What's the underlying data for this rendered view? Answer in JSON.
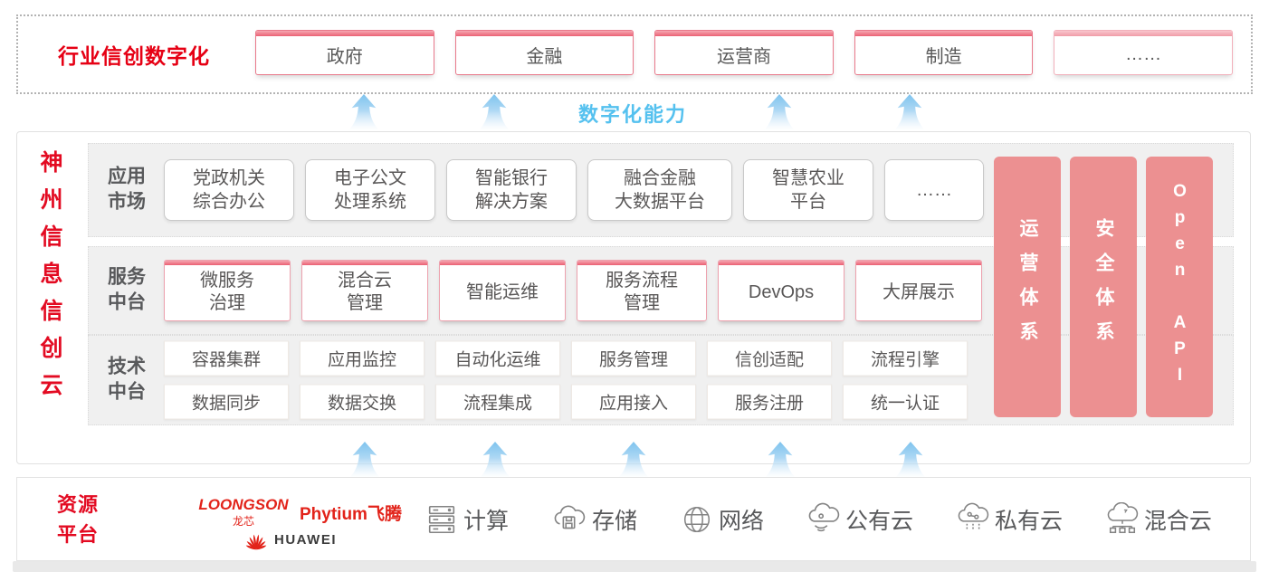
{
  "colors": {
    "brand_red": "#e60014",
    "crimson_red": "#e30b22",
    "salmon_pillar": "#ec9091",
    "capability_blue": "#55c1ef",
    "text_gray": "#58595b",
    "row_gray": "#f0f0f0"
  },
  "top_banner": {
    "title": "行业信创数字化",
    "sectors": [
      {
        "label": "政府"
      },
      {
        "label": "金融"
      },
      {
        "label": "运营商"
      },
      {
        "label": "制造"
      },
      {
        "label": "……"
      }
    ]
  },
  "capability_label": "数字化能力",
  "platform": {
    "vertical_title": "神州信息信创云",
    "rows": [
      {
        "label": "应用\n市场",
        "items": [
          {
            "label": "党政机关\n综合办公"
          },
          {
            "label": "电子公文\n处理系统"
          },
          {
            "label": "智能银行\n解决方案"
          },
          {
            "label": "融合金融\n大数据平台"
          },
          {
            "label": "智慧农业\n平台"
          },
          {
            "label": "……"
          }
        ]
      },
      {
        "label": "服务\n中台",
        "items": [
          {
            "label": "微服务\n治理"
          },
          {
            "label": "混合云\n管理"
          },
          {
            "label": "智能运维"
          },
          {
            "label": "服务流程\n管理"
          },
          {
            "label": "DevOps"
          },
          {
            "label": "大屏展示"
          }
        ]
      },
      {
        "label": "技术\n中台",
        "grid": [
          [
            "容器集群",
            "应用监控",
            "自动化运维",
            "服务管理",
            "信创适配",
            "流程引擎"
          ],
          [
            "数据同步",
            "数据交换",
            "流程集成",
            "应用接入",
            "服务注册",
            "统一认证"
          ]
        ]
      }
    ],
    "pillars": [
      {
        "label": "运营体系"
      },
      {
        "label": "安全体系"
      },
      {
        "label": "Open API"
      }
    ]
  },
  "resource": {
    "title": "资源\n平台",
    "vendors": {
      "loongson": {
        "name": "LOONGSON",
        "sub": "龙芯"
      },
      "phytium": {
        "name": "Phytium飞腾"
      },
      "huawei": {
        "name": "HUAWEI"
      }
    },
    "items": [
      {
        "icon": "compute-icon",
        "label": "计算"
      },
      {
        "icon": "storage-icon",
        "label": "存储"
      },
      {
        "icon": "network-icon",
        "label": "网络"
      },
      {
        "icon": "public-cloud-icon",
        "label": "公有云"
      },
      {
        "icon": "private-cloud-icon",
        "label": "私有云"
      },
      {
        "icon": "hybrid-cloud-icon",
        "label": "混合云"
      }
    ]
  }
}
